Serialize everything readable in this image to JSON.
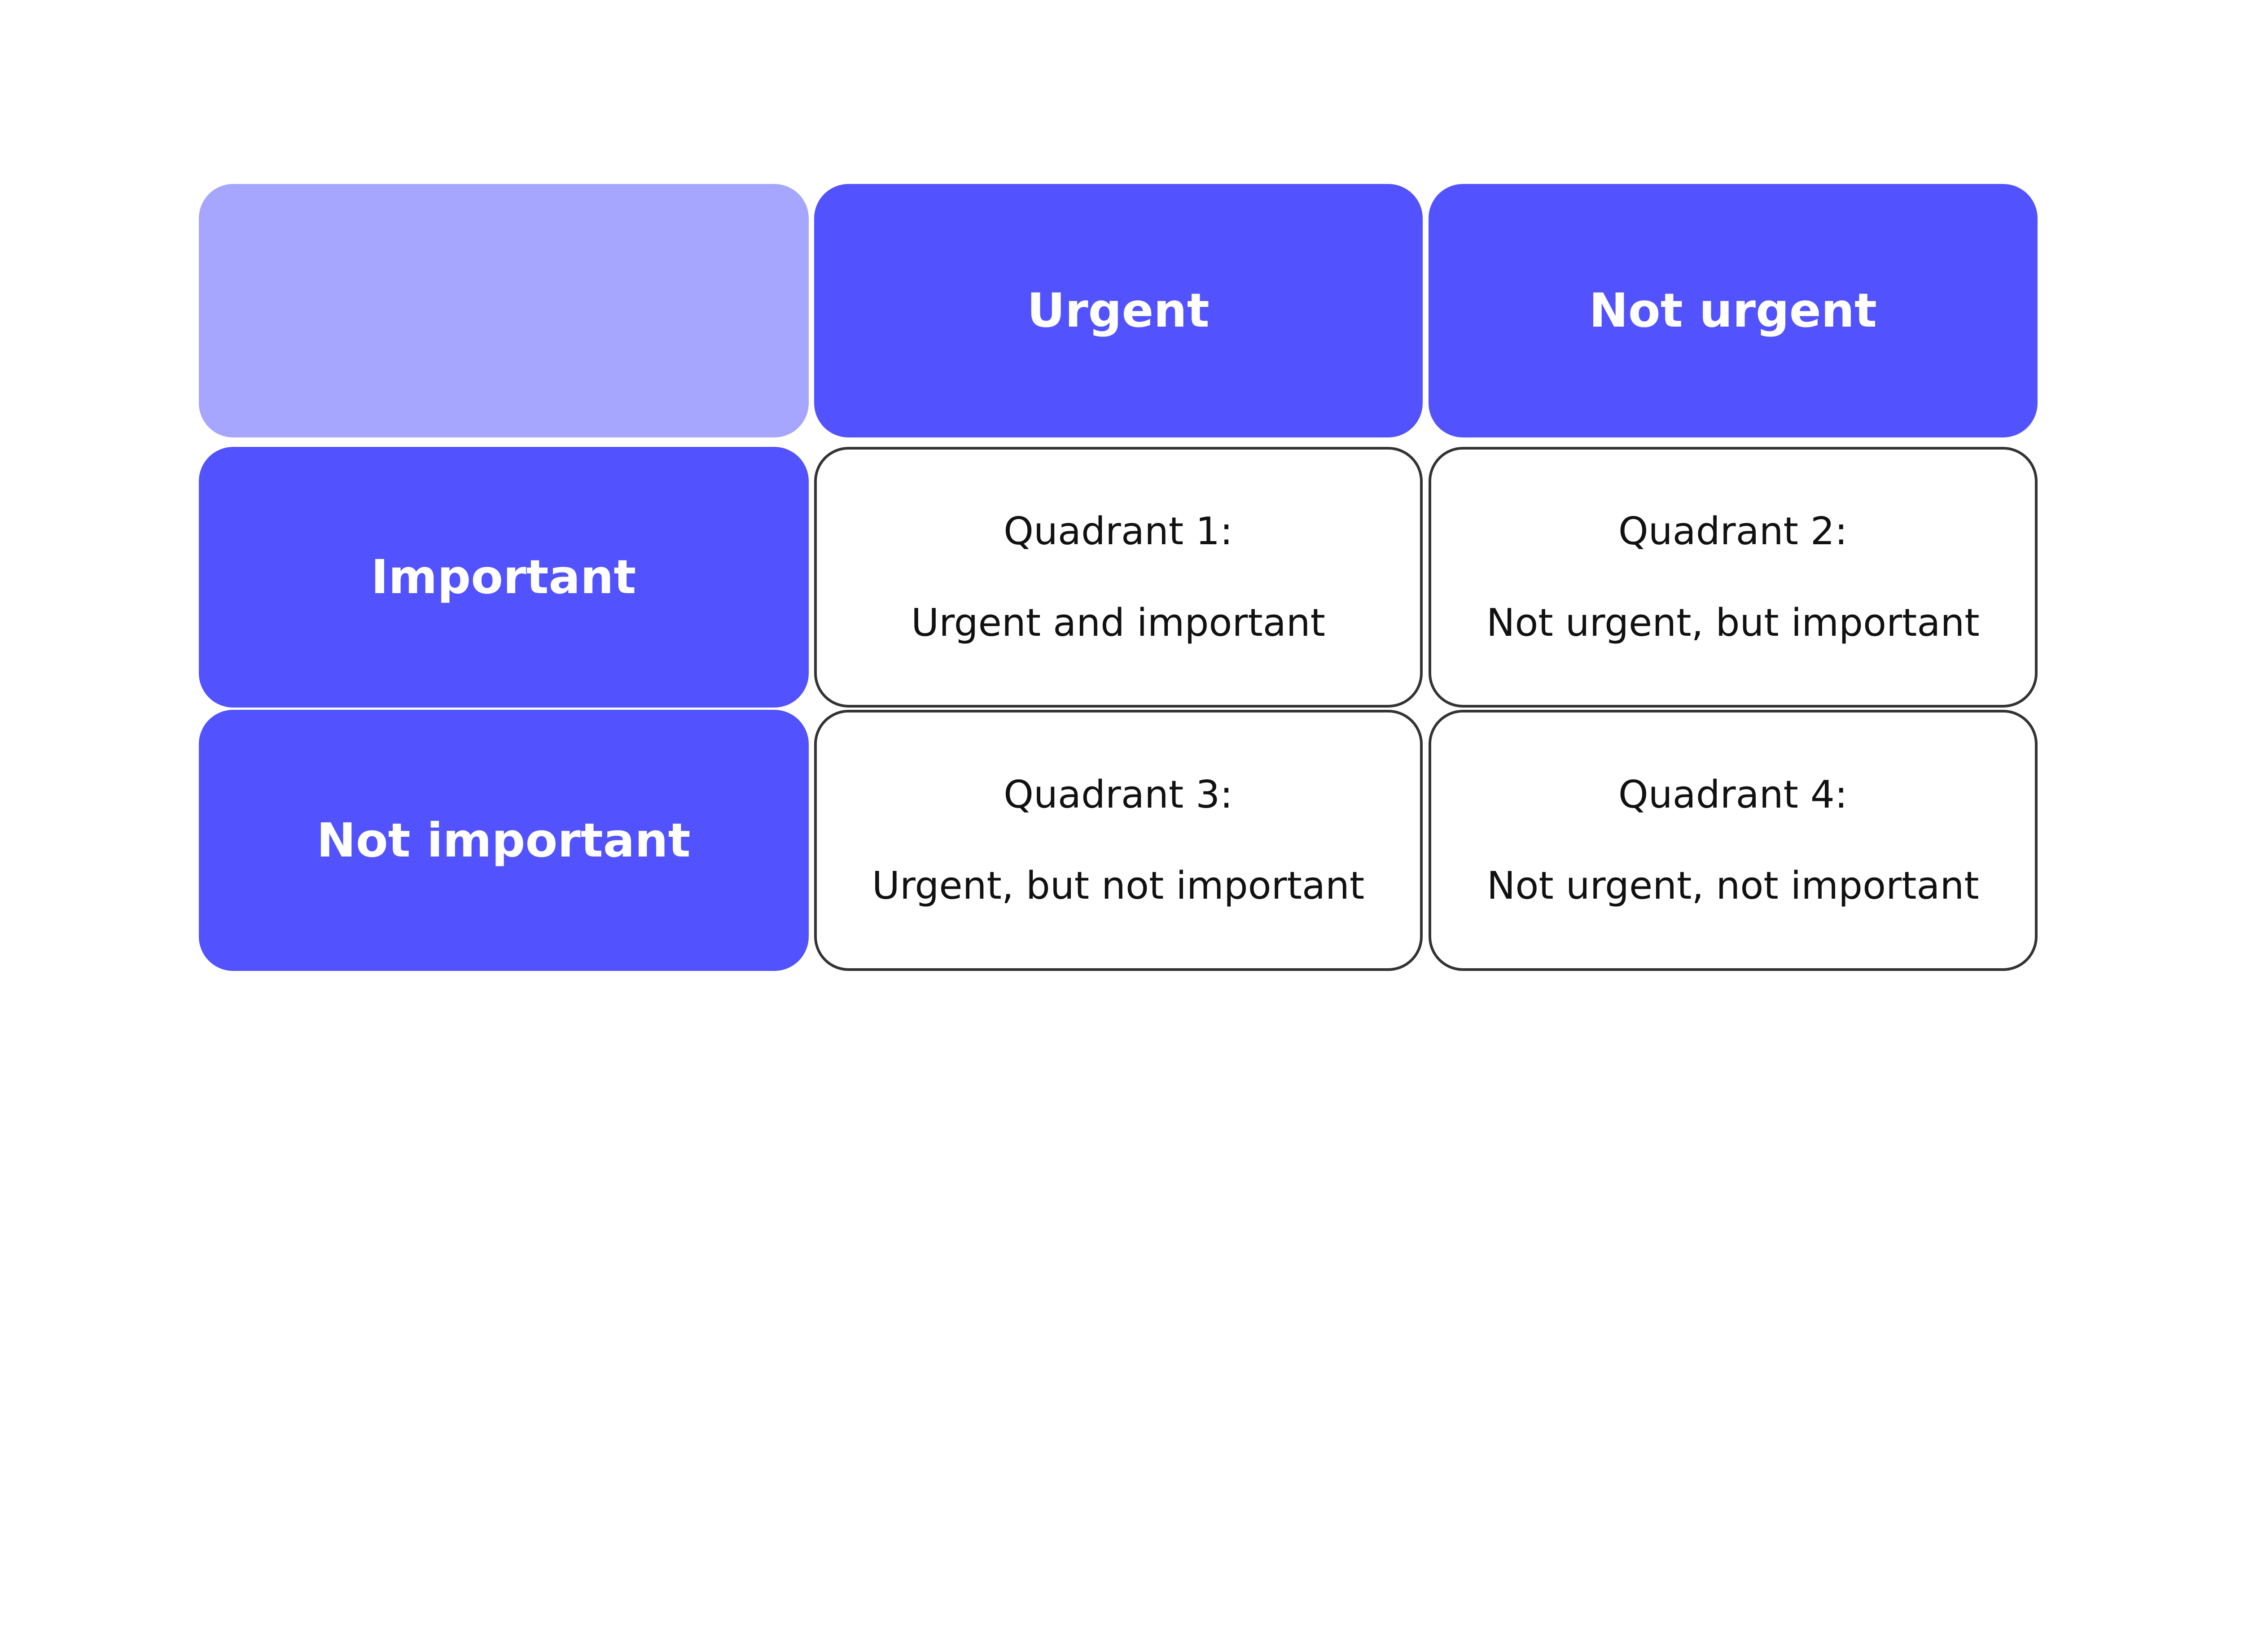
{
  "colors": {
    "header": "#5252FF",
    "corner": "#A6A6FF",
    "border": "#333333",
    "quadrant_bg": "#FFFFFF"
  },
  "columns": [
    "Urgent",
    "Not urgent"
  ],
  "rows": [
    "Important",
    "Not important"
  ],
  "quadrants": [
    {
      "title": "Quadrant 1:",
      "label": "Urgent and important"
    },
    {
      "title": "Quadrant 2:",
      "label": "Not urgent, but important"
    },
    {
      "title": "Quadrant 3:",
      "label": "Urgent, but not important"
    },
    {
      "title": "Quadrant 4:",
      "label": "Not urgent, not important"
    }
  ]
}
